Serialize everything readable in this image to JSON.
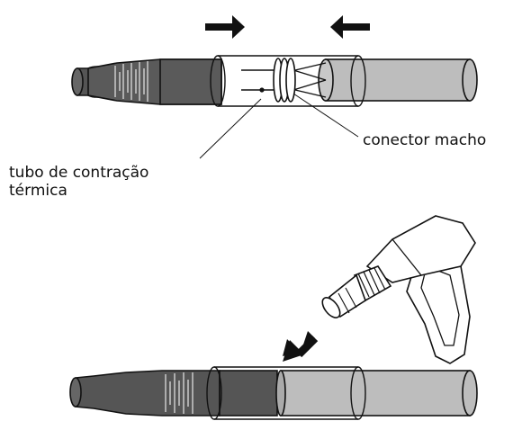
{
  "labels": {
    "connector": "conector macho",
    "tube_line1": "tubo de contração",
    "tube_line2": "térmica"
  },
  "colors": {
    "dark_cable": "#555555",
    "light_cable": "#bdbdbd",
    "outline": "#111111",
    "background": "#ffffff"
  },
  "icons": {
    "right_arrow": "arrow-right-icon",
    "left_arrow": "arrow-left-icon",
    "diagonal_arrow": "arrow-down-left-icon",
    "heat_gun": "heat-gun-icon"
  }
}
